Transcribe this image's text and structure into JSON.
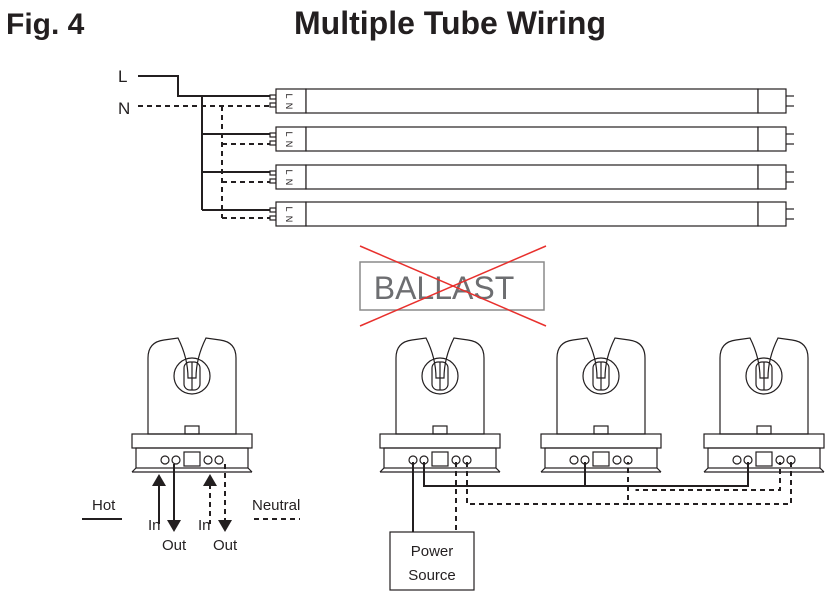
{
  "header": {
    "fig_label": "Fig. 4",
    "title": "Multiple Tube Wiring"
  },
  "tube_diagram": {
    "line_label": "L",
    "neutral_label": "N",
    "tube_pin_labels": [
      "L",
      "N"
    ]
  },
  "ballast": {
    "label": "BALLAST",
    "cross_color": "#e8302d"
  },
  "single_socket": {
    "hot_label": "Hot",
    "neutral_label": "Neutral",
    "in_label_left": "In",
    "out_label_left": "Out",
    "in_label_right": "In",
    "out_label_right": "Out"
  },
  "power_source": {
    "line1": "Power",
    "line2": "Source"
  }
}
